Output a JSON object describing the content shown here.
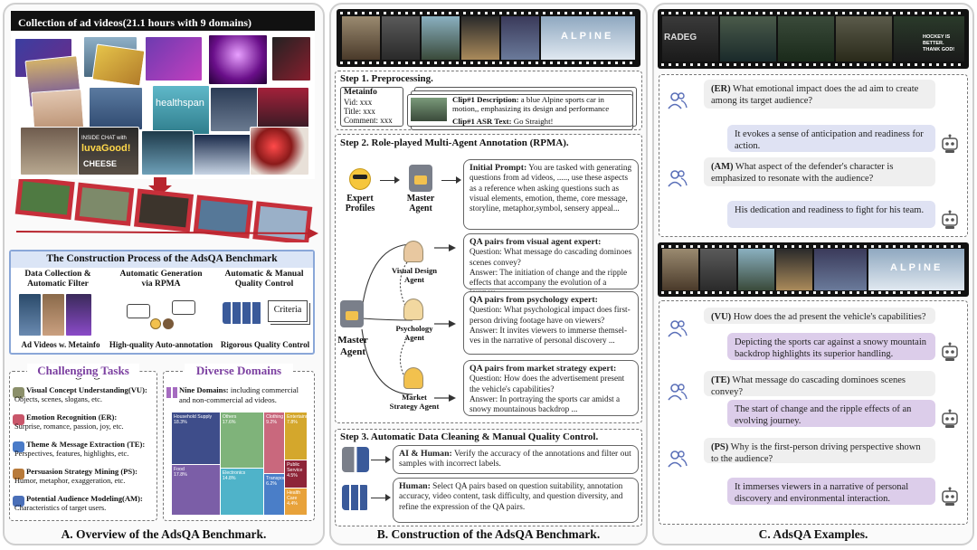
{
  "panelA": {
    "collection_title": "Collection of  ad videos(21.1 hours with 9 domains)",
    "thumb_texts": [
      "healthspan",
      "INSIDE CHAT with",
      "luvaGood!",
      "CHEESE"
    ],
    "process_title": "The Construction Process of the AdsQA Benchmark",
    "col1_title": "Data Collection & Automatic Filter",
    "col2_title": "Automatic Generation via RPMA",
    "col3_title": "Automatic & Manual Quality Control",
    "criteria_label": "Criteria",
    "col1_caption": "Ad Videos w. Metainfo",
    "col2_caption": "High-quality Auto-annotation",
    "col3_caption": "Rigorous Quality Control",
    "tasks_title": "Challenging Tasks",
    "tasks": [
      {
        "name": "Visual Concept Understanding(VU):",
        "desc": "Objects, scenes, slogans, etc.",
        "icon": "eye-icon",
        "color": "#8b8f6a"
      },
      {
        "name": "Emotion Recognition (ER):",
        "desc": "Surprise, romance, passion, joy, etc.",
        "icon": "heart-icon",
        "color": "#c9566a"
      },
      {
        "name": "Theme & Message Extraction (TE):",
        "desc": "Perspectives, features, highlights, etc.",
        "icon": "message-icon",
        "color": "#4a7bc8"
      },
      {
        "name": "Persuasion Strategy Mining (PS):",
        "desc": "Humor, metaphor, exaggeration, etc.",
        "icon": "strategy-icon",
        "color": "#b87a3a"
      },
      {
        "name": "Potential Audience Modeling(AM):",
        "desc": "Characteristics of target users.",
        "icon": "audience-icon",
        "color": "#4a6fb8"
      }
    ],
    "domains_title": "Diverse Domains",
    "domains_bold": "Nine Domains:",
    "domains_desc": " including commercial and non-commercial ad videos.",
    "caption": "A. Overview of the AdsQA Benchmark."
  },
  "chart_data": {
    "type": "treemap",
    "title": "",
    "items": [
      {
        "name": "Household Supply",
        "value": 18.3,
        "label": "18.3%",
        "color": "#3e4d8a"
      },
      {
        "name": "Food",
        "value": 17.8,
        "label": "17.8%",
        "color": "#7b5ea7"
      },
      {
        "name": "Others",
        "value": 17.6,
        "label": "17.6%",
        "color": "#7fb37a"
      },
      {
        "name": "Electronics",
        "value": 14.8,
        "label": "14.8%",
        "color": "#4fb3c9"
      },
      {
        "name": "Clothing",
        "value": 9.2,
        "label": "9.2%",
        "color": "#c9687d"
      },
      {
        "name": "Entertainment",
        "value": 7.8,
        "label": "7.8%",
        "color": "#d4a72c"
      },
      {
        "name": "Transports",
        "value": 6.2,
        "label": "6.2%",
        "color": "#4a7ec8"
      },
      {
        "name": "Public Service",
        "value": 4.5,
        "label": "4.5%",
        "color": "#8e2438"
      },
      {
        "name": "Health Care",
        "value": 4.4,
        "label": "4.4%",
        "color": "#e8a23a"
      }
    ]
  },
  "panelB": {
    "filmstrip_text": "ALPINE",
    "step1_title": "Step 1. Preprocessing.",
    "metainfo_label": "Metainfo",
    "metainfo_lines": [
      "Vid: xxx",
      "Title: xxx",
      "Comment: xxx"
    ],
    "clip_desc_label": "Clip#1 Description:",
    "clip_desc_text": " a blue Alpine sports car in motion,, emphasizing its design and performance",
    "clip_asr_label": "Clip#1 ASR Text:",
    "clip_asr_text": " Go Straight!",
    "step2_title": "Step 2. Role-played Multi-Agent Annotation (RPMA).",
    "expert_profiles": "Expert Profiles",
    "master_agent_top": "Master Agent",
    "initial_prompt_label": "Initial Prompt:",
    "initial_prompt_text": " You are tasked with generating questions from ad videos, ....., use these  aspects as a  reference  when asking questions such as visual elements, emotion, theme, core message, storyline, metaphor,symbol, sensery appeal...",
    "master_agent_left": "Master Agent",
    "agents": [
      {
        "name": "Visual Design Agent",
        "qa_title": "QA pairs from visual agent expert:",
        "question": "Question: What message do cascading dominoes scenes convey?",
        "answer": "Answer:  The initiation of change and the ripple effects that accompany the evolution of a journey."
      },
      {
        "name": "Psychology Agent",
        "qa_title": "QA pairs from psychology expert:",
        "question": "Question: What psychological impact does first-person driving footage have on viewers?",
        "answer": "Answer: It invites viewers to immerse themsel-ves in the narrative of personal discovery ..."
      },
      {
        "name": "Market Strategy Agent",
        "qa_title": "QA pairs from market strategy expert:",
        "question": "Question:  How does the advertisement present the vehicle's capabilities?",
        "answer": "Answer: In portraying the sports car amidst a snowy mountainous backdrop ..."
      }
    ],
    "step3_title": "Step 3. Automatic Data Cleaning & Manual Quality Control.",
    "ai_human_label": "AI & Human:",
    "ai_human_text": " Verify the accuracy of the annotations and filter out samples with incorrect labels.",
    "human_label": "Human:",
    "human_text": " Select QA pairs based on question suitability, annotation accuracy, video content, task difficulty, and question diversity, and refine the expression of the QA pairs.",
    "caption": "B. Construction of the AdsQA Benchmark."
  },
  "panelC": {
    "strip1_texts": [
      "RADEG",
      "HOCKEY IS BETTER. THANK GOD!"
    ],
    "strip2_text": "ALPINE",
    "qa1": [
      {
        "role": "human",
        "tag": "(ER)",
        "text": " What emotional impact does the ad aim to create among its target audience?"
      },
      {
        "role": "bot",
        "text": "It evokes a sense of anticipation and readiness for action."
      },
      {
        "role": "human",
        "tag": "(AM)",
        "text": " What aspect of the defender's character is emphasized to resonate with the audience?"
      },
      {
        "role": "bot",
        "text": "His dedication and readiness to fight for his team."
      }
    ],
    "qa2": [
      {
        "role": "human",
        "tag": "(VU)",
        "text": " How does the ad present the vehicle's capabilities?"
      },
      {
        "role": "bot",
        "text": "Depicting the sports car against a snowy mountain backdrop highlights its superior handling."
      },
      {
        "role": "human",
        "tag": "(TE)",
        "text": " What message do cascading dominoes scenes convey?"
      },
      {
        "role": "bot",
        "text": "The start of change and the ripple effects of an evolving journey."
      },
      {
        "role": "human",
        "tag": "(PS)",
        "text": " Why is the first-person driving perspective shown to the audience?"
      },
      {
        "role": "bot",
        "text": "It immerses viewers in a narrative of personal discovery and environmental interaction."
      }
    ],
    "caption": "C. AdsQA Examples."
  }
}
